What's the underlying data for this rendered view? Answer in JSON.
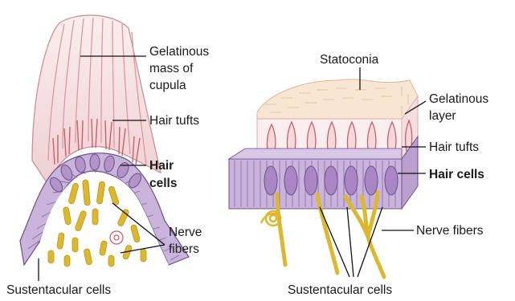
{
  "left_figure": {
    "cupula_label": [
      "Gelatinous",
      "mass of",
      "cupula"
    ],
    "hair_tufts": "Hair tufts",
    "hair_cells": [
      "Hair",
      "cells"
    ],
    "nerve_fibers": [
      "Nerve",
      "fibers"
    ],
    "sustentacular_cells": "Sustentacular cells"
  },
  "right_figure": {
    "statoconia": "Statoconia",
    "gelatinous_layer": [
      "Gelatinous",
      "layer"
    ],
    "hair_tufts": "Hair tufts",
    "hair_cells": "Hair cells",
    "nerve_fibers": "Nerve fibers",
    "sustentacular_cells": "Sustentacular cells"
  },
  "colors": {
    "cupula_fill": "#f4dede",
    "cupula_stroke": "#c98a8f",
    "hair_tuft": "#c8606b",
    "hair_cell": "#b294c8",
    "hair_cell_stroke": "#6d4f8a",
    "nerve_fiber": "#dcb830",
    "statoconia": "#f8e6d2"
  }
}
